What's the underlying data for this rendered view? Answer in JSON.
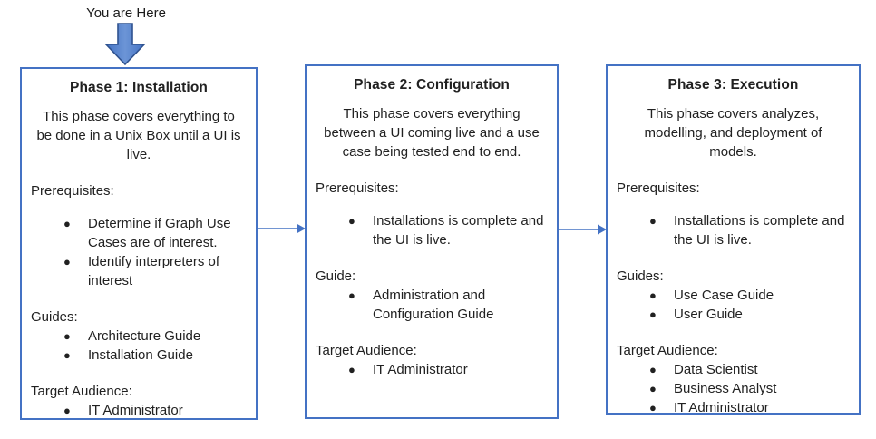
{
  "marker": {
    "label": "You are Here"
  },
  "colors": {
    "box_border": "#4472C4",
    "connector": "#4472C4",
    "marker_arrow_fill": "#4472C4",
    "marker_arrow_stroke": "#2F528F",
    "text": "#212121"
  },
  "icons": {
    "marker_arrow": "block-down-arrow-icon",
    "connector_1": "right-arrow-phase1-to-phase2",
    "connector_2": "right-arrow-phase2-to-phase3"
  },
  "phases": [
    {
      "title": "Phase 1: Installation",
      "description": "This phase covers everything to be done in a Unix Box until a UI is live.",
      "sections": [
        {
          "heading": "Prerequisites:",
          "bullets": [
            "Determine if Graph Use Cases are of interest.",
            "Identify interpreters of interest"
          ]
        },
        {
          "heading": "Guides:",
          "bullets": [
            "Architecture Guide",
            "Installation Guide"
          ]
        },
        {
          "heading": "Target Audience:",
          "bullets": [
            "IT Administrator"
          ]
        }
      ]
    },
    {
      "title": "Phase 2: Configuration",
      "description": "This phase covers everything between a UI coming live and a use case being tested end to end.",
      "sections": [
        {
          "heading": "Prerequisites:",
          "bullets": [
            "Installations is complete and the UI is live."
          ]
        },
        {
          "heading": "Guide:",
          "bullets": [
            "Administration and Configuration Guide"
          ]
        },
        {
          "heading": "Target Audience:",
          "bullets": [
            "IT Administrator"
          ]
        }
      ]
    },
    {
      "title": "Phase 3: Execution",
      "description": "This phase covers analyzes, modelling, and deployment of models.",
      "sections": [
        {
          "heading": "Prerequisites:",
          "bullets": [
            "Installations is complete and the UI is live."
          ]
        },
        {
          "heading": "Guides:",
          "bullets": [
            "Use Case Guide",
            "User Guide"
          ]
        },
        {
          "heading": "Target Audience:",
          "bullets": [
            "Data Scientist",
            "Business Analyst",
            "IT Administrator"
          ]
        }
      ]
    }
  ]
}
